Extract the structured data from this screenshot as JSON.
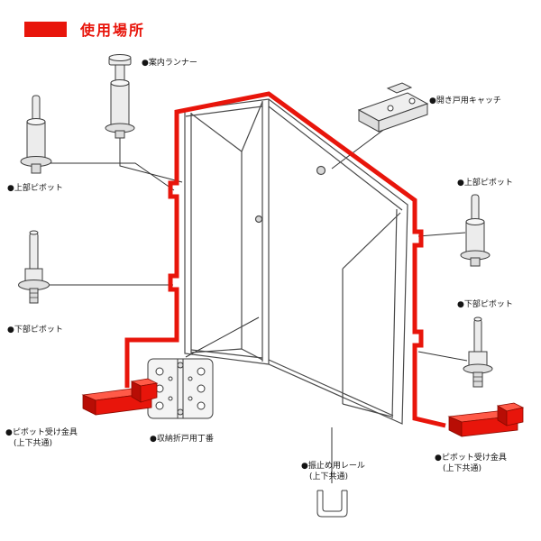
{
  "colors": {
    "accent_red": "#e8150b",
    "line": "#4a4a4a",
    "part_fill": "#ececec"
  },
  "title": {
    "text": "使用場所"
  },
  "labels": {
    "runner": "●案内ランナー",
    "catch": "●開き戸用キャッチ",
    "upper_pivot_left": "●上部ピボット",
    "lower_pivot_left": "●下部ピボット",
    "receiver_left": "●ピボット受け金具",
    "receiver_left_sub": "(上下共通)",
    "hinge": "●収納折戸用丁番",
    "rail": "●振止め用レール",
    "rail_sub": "(上下共通)",
    "upper_pivot_right": "●上部ピボット",
    "lower_pivot_right": "●下部ピボット",
    "receiver_right": "●ピボット受け金具",
    "receiver_right_sub": "(上下共通)"
  }
}
